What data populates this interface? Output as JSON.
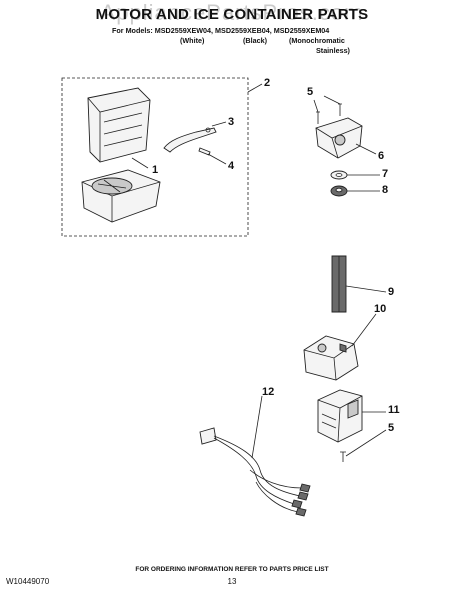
{
  "header": {
    "watermark": "AppliancePartsPros.com",
    "title": "MOTOR AND ICE CONTAINER PARTS",
    "models_line": "For Models: MSD2559XEW04, MSD2559XEB04, MSD2559XEM04",
    "color_white": "(White)",
    "color_black": "(Black)",
    "color_mono_1": "(Monochromatic",
    "color_mono_2": "Stainless)"
  },
  "callouts": {
    "c1": "1",
    "c2": "2",
    "c3": "3",
    "c4": "4",
    "c5a": "5",
    "c5b": "5",
    "c6": "6",
    "c7": "7",
    "c8": "8",
    "c9": "9",
    "c10": "10",
    "c11": "11",
    "c12": "12"
  },
  "footer": {
    "doc_number": "W10449070",
    "ordering_note": "FOR ORDERING INFORMATION REFER TO PARTS PRICE LIST",
    "page_number": "13"
  }
}
